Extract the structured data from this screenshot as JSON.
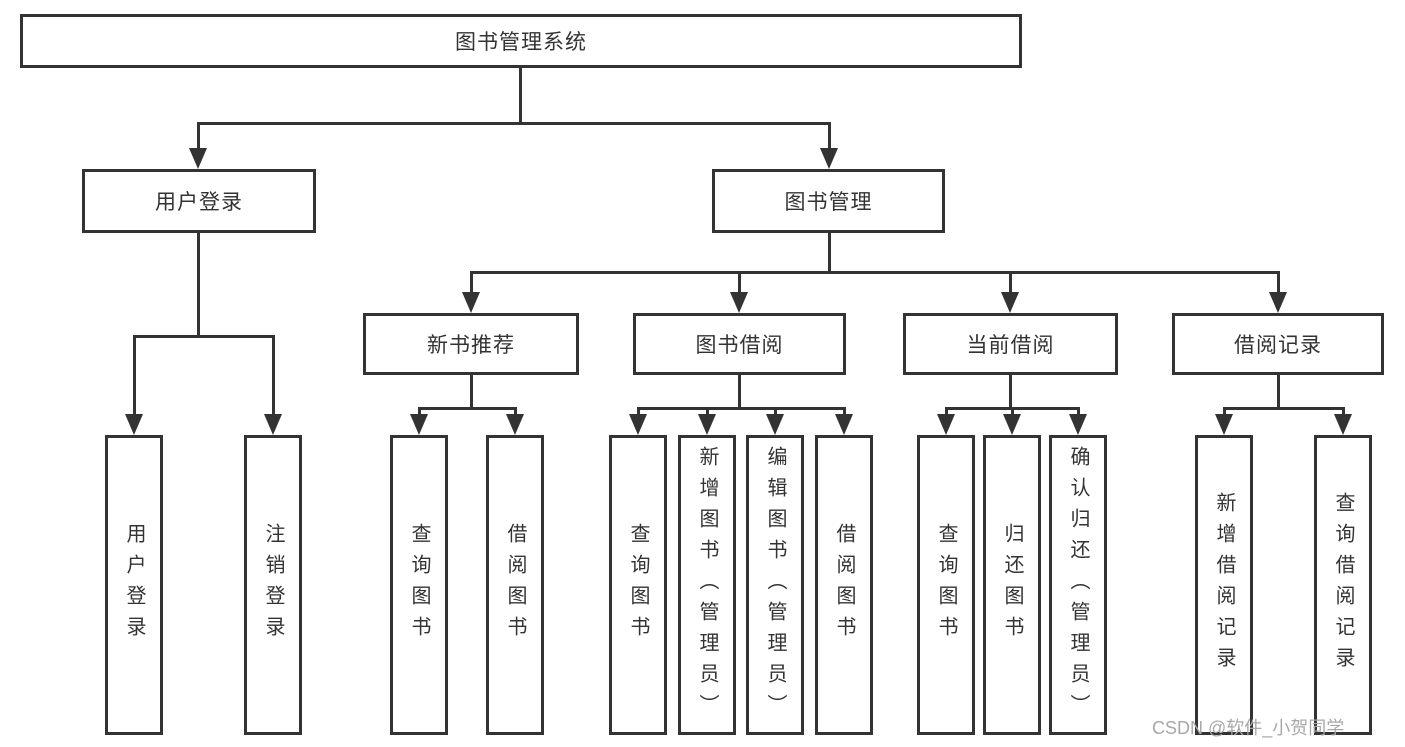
{
  "colors": {
    "line": "#333333",
    "box_bg": "#ffffff",
    "text": "#333333",
    "watermark": "#a8a8a8"
  },
  "tree": {
    "root": "图书管理系统",
    "branches": [
      {
        "label": "用户登录",
        "leaves": [
          "用户登录",
          "注销登录"
        ]
      },
      {
        "label": "图书管理",
        "sections": [
          {
            "label": "新书推荐",
            "leaves": [
              "查询图书",
              "借阅图书"
            ]
          },
          {
            "label": "图书借阅",
            "leaves": [
              "查询图书",
              "新增图书（管理员）",
              "编辑图书（管理员）",
              "借阅图书"
            ]
          },
          {
            "label": "当前借阅",
            "leaves": [
              "查询图书",
              "归还图书",
              "确认归还（管理员）"
            ]
          },
          {
            "label": "借阅记录",
            "leaves": [
              "新增借阅记录",
              "查询借阅记录"
            ]
          }
        ]
      }
    ]
  },
  "watermark": {
    "text": "CSDN @软件_小贺同学"
  }
}
